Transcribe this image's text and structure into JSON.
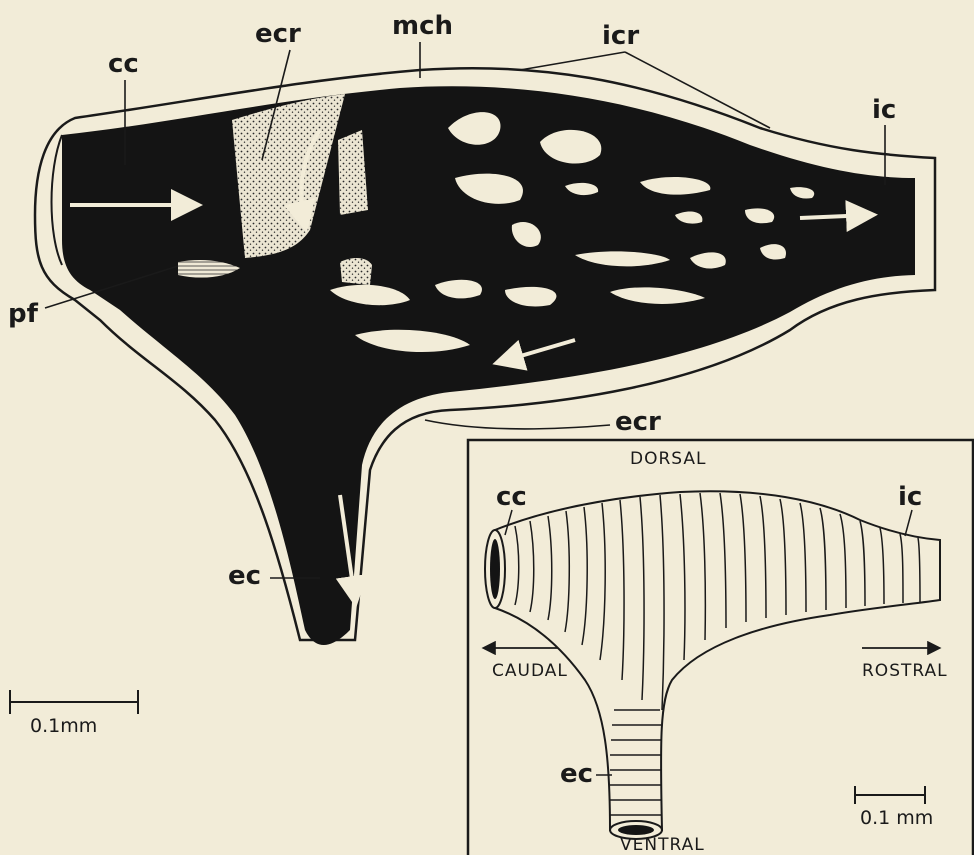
{
  "figure": {
    "main_labels": {
      "cc": "cc",
      "ecr_top": "ecr",
      "mch": "mch",
      "icr": "icr",
      "ic": "ic",
      "pf": "pf",
      "ecr_bottom": "ecr",
      "ec": "ec"
    },
    "main_scale": "0.1mm",
    "inset": {
      "dorsal": "DORSAL",
      "ventral": "VENTRAL",
      "caudal": "CAUDAL",
      "rostral": "ROSTRAL",
      "cc": "cc",
      "ic": "ic",
      "ec": "ec",
      "scale": "0.1 mm"
    }
  },
  "colors": {
    "background": "#f2ecd8",
    "ink": "#141414",
    "stipple": "#e6e0cc"
  }
}
